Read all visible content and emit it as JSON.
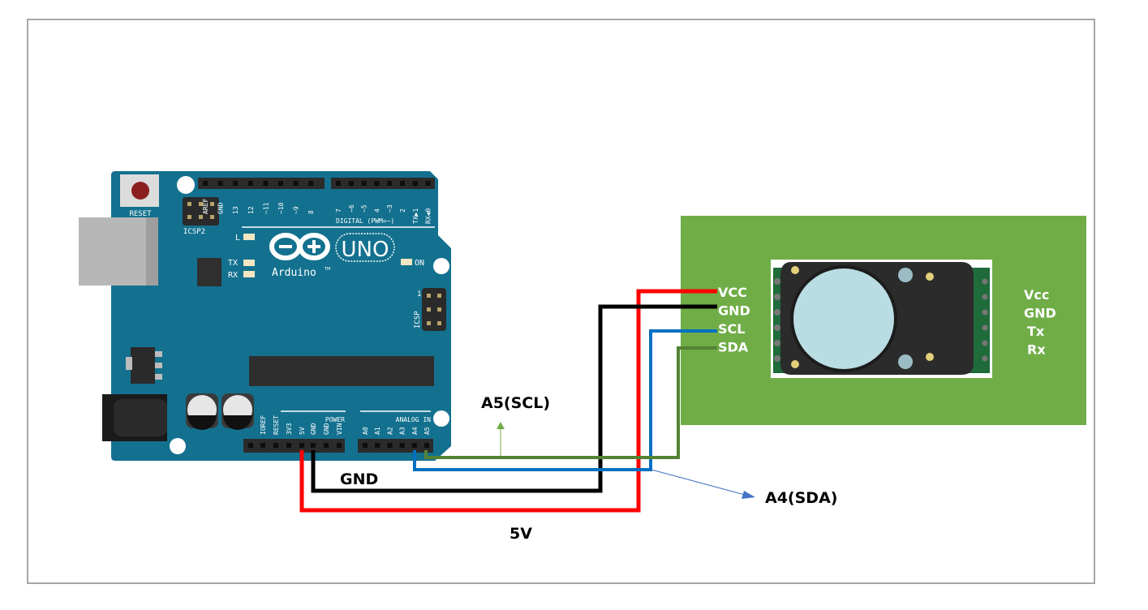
{
  "board": {
    "name": "Arduino",
    "model": "UNO",
    "trademark": "TM",
    "reset_label": "RESET",
    "icsp2_label": "ICSP2",
    "icsp_label": "ICSP",
    "icsp_pin1": "1",
    "led_l": "L",
    "led_tx": "TX",
    "led_rx": "RX",
    "led_on": "ON",
    "digital_label": "DIGITAL (PWM=~)",
    "digital_pins_left": [
      "AREF",
      "GND",
      "13",
      "12",
      "~11",
      "~10",
      "~9",
      "8"
    ],
    "digital_pins_right": [
      "7",
      "~6",
      "~5",
      "4",
      "~3",
      "2",
      "TX▶1",
      "RX◀0"
    ],
    "power_label": "POWER",
    "power_pins": [
      "IOREF",
      "RESET",
      "3V3",
      "5V",
      "GND",
      "GND",
      "VIN"
    ],
    "analog_label": "ANALOG IN",
    "analog_pins": [
      "A0",
      "A1",
      "A2",
      "A3",
      "A4",
      "A5"
    ]
  },
  "sensor": {
    "wire_labels": [
      "VCC",
      "GND",
      "SCL",
      "SDA"
    ],
    "pin_labels": [
      "Vcc",
      "GND",
      "Tx",
      "Rx"
    ]
  },
  "wires": [
    {
      "name": "5V",
      "color": "#ff0000"
    },
    {
      "name": "GND",
      "color": "#000000"
    },
    {
      "name": "A4",
      "color": "#0070c0"
    },
    {
      "name": "A5",
      "color": "#548235"
    }
  ],
  "annotations": {
    "gnd": "GND",
    "v5": "5V",
    "a5": "A5(SCL)",
    "a4": "A4(SDA)"
  },
  "colors": {
    "board": "#13718f",
    "module_bg": "#70ad47"
  }
}
